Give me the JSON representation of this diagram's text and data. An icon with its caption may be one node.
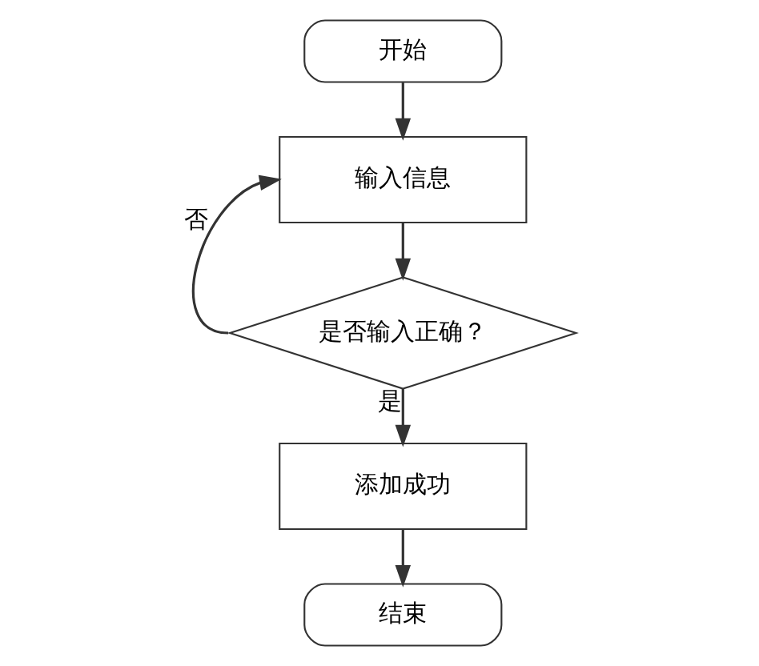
{
  "diagram": {
    "nodes": [
      {
        "text": [
          "开始"
        ]
      },
      {
        "text": [
          "输入信息"
        ]
      },
      {
        "text": [
          "是否输入正确？"
        ]
      },
      {
        "text": [
          "添加成功"
        ]
      },
      {
        "text": [
          "结束"
        ]
      }
    ],
    "edges": [
      {
        "from": 0,
        "to": 1,
        "arrow": "to"
      },
      {
        "from": 1,
        "to": 2,
        "arrow": "to"
      },
      {
        "from": 2,
        "to": 1,
        "arrow": "to",
        "label": "否"
      },
      {
        "from": 2,
        "to": 3,
        "arrow": "to",
        "label": "是"
      },
      {
        "from": 3,
        "to": 4,
        "arrow": "to"
      }
    ]
  }
}
